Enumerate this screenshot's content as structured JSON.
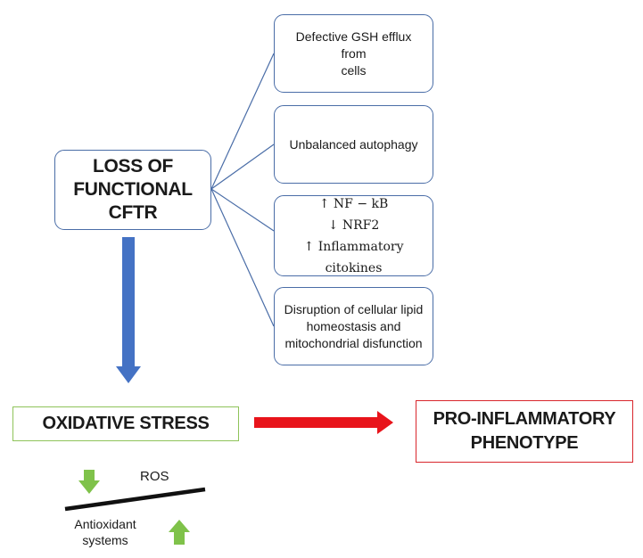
{
  "main_box": {
    "label": "LOSS OF\nFUNCTIONAL\nCFTR"
  },
  "effects": [
    {
      "text": "Defective GSH efflux from\ncells"
    },
    {
      "text": "Unbalanced autophagy"
    },
    {
      "lines": [
        "↑ NF − kB",
        "↓ NRF2",
        "↑ Inflammatory citokines"
      ]
    },
    {
      "text": "Disruption of cellular lipid\nhomeostasis and\nmitochondrial disfunction"
    }
  ],
  "oxidative_stress": {
    "label": "OXIDATIVE STRESS"
  },
  "pro_inflammatory": {
    "label": "PRO-INFLAMMATORY\nPHENOTYPE"
  },
  "balance": {
    "ros_label": "ROS",
    "antioxidant_label": "Antioxidant\nsystems"
  },
  "colors": {
    "box_border": "#4a6da7",
    "down_arrow": "#4472c4",
    "right_arrow": "#e8141b",
    "green_arrows": "#7fc24a",
    "oxidative_border": "#8fc35a",
    "pro_border": "#d9262c"
  }
}
